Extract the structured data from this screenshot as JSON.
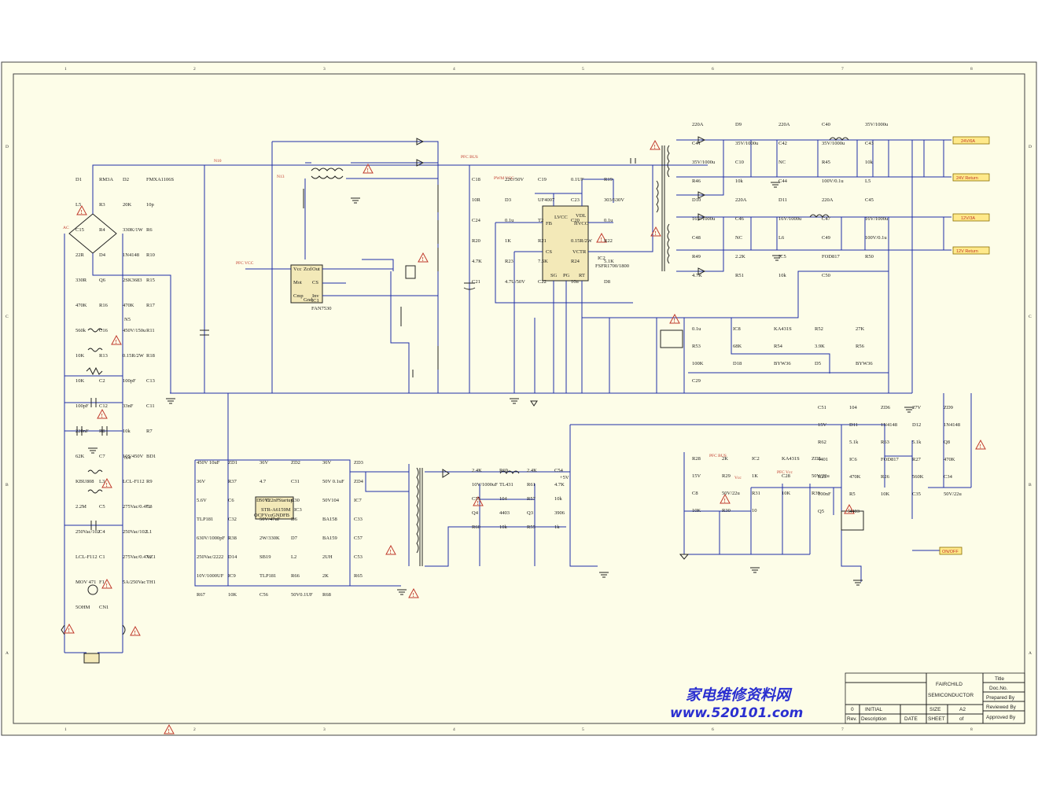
{
  "colors": {
    "background": "#fdfde8",
    "wire": "#1f2fa8",
    "net_label": "#c0392b",
    "watermark": "#2a2fd0",
    "warning": "#c0392b"
  },
  "frame": {
    "columns": [
      "1",
      "2",
      "3",
      "4",
      "5",
      "6",
      "7",
      "8"
    ],
    "rows": [
      "D",
      "C",
      "B",
      "A"
    ]
  },
  "title_block": {
    "company": "FAIRCHILD",
    "company2": "SEMICONDUCTOR",
    "title_label": "Title",
    "doc_no_label": "Doc.No.",
    "prepared_label": "Prepared By",
    "reviewed_label": "Reviewed By",
    "approved_label": "Approved By",
    "rev_header": "Rev.",
    "desc_header": "Description",
    "date_header": "DATE",
    "rev_value": "0",
    "desc_value": "INITIAL",
    "size_label": "SIZE",
    "size_value": "A2",
    "sheet_label": "SHEET",
    "sheet_of": "of"
  },
  "watermark": {
    "line1": "家电维修资料网",
    "line2": "www.520101.com"
  },
  "nets": {
    "pfc_bus": "PFC BUS",
    "pwm_vcc": "PWM VCC",
    "pfc_vcc": "PFC VCC",
    "pfc_vcc2": "PFC Vcc",
    "n10": "N10",
    "n13": "N13",
    "n5": "N5",
    "n4": "N4",
    "vcc": "Vcc",
    "plus5v": "+5V",
    "pfc_bus2": "PFC BUS",
    "ac": "AC"
  },
  "outputs": {
    "v24": "24V/6A",
    "r24": "24V Return",
    "v12": "12V/3A",
    "r12": "12V Return",
    "onoff": "ON/OFF"
  },
  "ics": {
    "ic1": {
      "name": "IC1",
      "part": "FAN7530",
      "pins": [
        "Vcc",
        "Mot",
        "Cmp",
        "Zcd",
        "Out",
        "CS",
        "Inv",
        "Gnd"
      ]
    },
    "ic2": {
      "name": "IC2",
      "part": "FSFR1700/1800",
      "pins": [
        "FB",
        "CS",
        "LVCC",
        "VDL",
        "HVCC",
        "VCTR",
        "SG",
        "PG",
        "RT"
      ]
    },
    "ic3": {
      "name": "IC3",
      "part": "STR-A6159M",
      "pins": [
        "D",
        "D",
        "OCP",
        "Vcc",
        "GND",
        "FB",
        "Startup"
      ]
    }
  },
  "labels": [
    "D1",
    "RM3A",
    "D2",
    "FMXA1106S",
    "L5",
    "R3",
    "20K",
    "10p",
    "C15",
    "R4",
    "330K/1W",
    "R6",
    "22R",
    "D4",
    "1N4148",
    "R10",
    "330R",
    "Q6",
    "2SK3683",
    "R15",
    "470K",
    "R16",
    "470K",
    "R17",
    "560k",
    "C16",
    "450V/150u",
    "R11",
    "10K",
    "R13",
    "0.15R/2W",
    "R18",
    "10K",
    "C2",
    "100pF",
    "C13",
    "100pF",
    "C12",
    "33nF",
    "C11",
    "220nF",
    "R8",
    "10k",
    "R7",
    "62K",
    "C7",
    "10S/450V",
    "BD1",
    "KBU808",
    "L3",
    "LCL-F112",
    "R9",
    "2.2M",
    "C5",
    "275Vac/0.47u",
    "C3",
    "250Vac/102",
    "C4",
    "250Vac/102",
    "L1",
    "LCL-F112",
    "C1",
    "275Vac/0.47u",
    "VZ1",
    "MOV 471",
    "F1",
    "5A/250Vac",
    "TH1",
    "5OHM",
    "CN1",
    "C18",
    "22U/50V",
    "C19",
    "0.1UF",
    "R19",
    "10R",
    "D3",
    "UF4007",
    "C23",
    "303/630V",
    "C24",
    "0.1u",
    "T2",
    "C20",
    "0.1u",
    "R20",
    "1K",
    "R21",
    "0.15R/2W",
    "R22",
    "4.7K",
    "R23",
    "7.5K",
    "R24",
    "5.1K",
    "C21",
    "4.7U/50V",
    "C22",
    "10n",
    "D8",
    "220A",
    "D9",
    "220A",
    "C40",
    "35V/1000u",
    "C41",
    "35V/1000u",
    "C42",
    "35V/1000u",
    "C43",
    "35V/1000u",
    "C10",
    "NC",
    "R45",
    "10k",
    "R46",
    "10k",
    "C44",
    "100V/0.1u",
    "L5",
    "D10",
    "220A",
    "D11",
    "220A",
    "C45",
    "16V/1000u",
    "C46",
    "16V/1000u",
    "C47",
    "16V/1000u",
    "C48",
    "NC",
    "L6",
    "C49",
    "100V/0.1u",
    "R49",
    "2.2K",
    "IC5",
    "FOD817",
    "R50",
    "4.7K",
    "R51",
    "10k",
    "C50",
    "0.1u",
    "IC8",
    "KA431S",
    "R52",
    "27K",
    "R53",
    "68K",
    "R54",
    "3.9K",
    "R56",
    "100K",
    "D18",
    "BYW36",
    "D5",
    "BYW36",
    "C29",
    "450V 10uF",
    "ZD1",
    "36V",
    "ZD2",
    "36V",
    "ZD3",
    "36V",
    "R37",
    "4.7",
    "C31",
    "50V 0.1uF",
    "ZD4",
    "5.6V",
    "C6",
    "50V22nF",
    "C30",
    "50V104",
    "IC7",
    "TLP181",
    "C32",
    "50V/47uF",
    "D6",
    "BA158",
    "C33",
    "630V/1000pF",
    "R38",
    "2W/330K",
    "D7",
    "BA159",
    "C57",
    "250Vac/2222",
    "D14",
    "SB19",
    "L2",
    "2UH",
    "C53",
    "10V/1000UF",
    "IC9",
    "TLP181",
    "R66",
    "2K",
    "R65",
    "R67",
    "10K",
    "C56",
    "50V0.1UF",
    "R68",
    "2.4K",
    "R69",
    "2.4K",
    "C54",
    "10V/1000uF",
    "TL431",
    "R61",
    "4.7K",
    "C55",
    "104",
    "R57",
    "10k",
    "Q4",
    "4403",
    "Q3",
    "3906",
    "R60",
    "10k",
    "R55",
    "1k",
    "C51",
    "104",
    "ZD6",
    "27V",
    "ZD9",
    "15V",
    "D11",
    "1N4148",
    "D12",
    "1N4148",
    "R62",
    "5.1k",
    "R63",
    "5.1k",
    "Q8",
    "4401",
    "IC6",
    "FOD817",
    "R27",
    "470K",
    "R25",
    "470K",
    "R26",
    "560K",
    "C34",
    "100nF",
    "R5",
    "10K",
    "C35",
    "50V/22u",
    "Q5",
    "4403",
    "R28",
    "2K",
    "IC2",
    "KA431S",
    "ZD5",
    "15V",
    "R29",
    "1K",
    "C28",
    "50V/22u",
    "C8",
    "50V/22u",
    "R31",
    "10K",
    "R39",
    "10K",
    "R30",
    "10"
  ]
}
